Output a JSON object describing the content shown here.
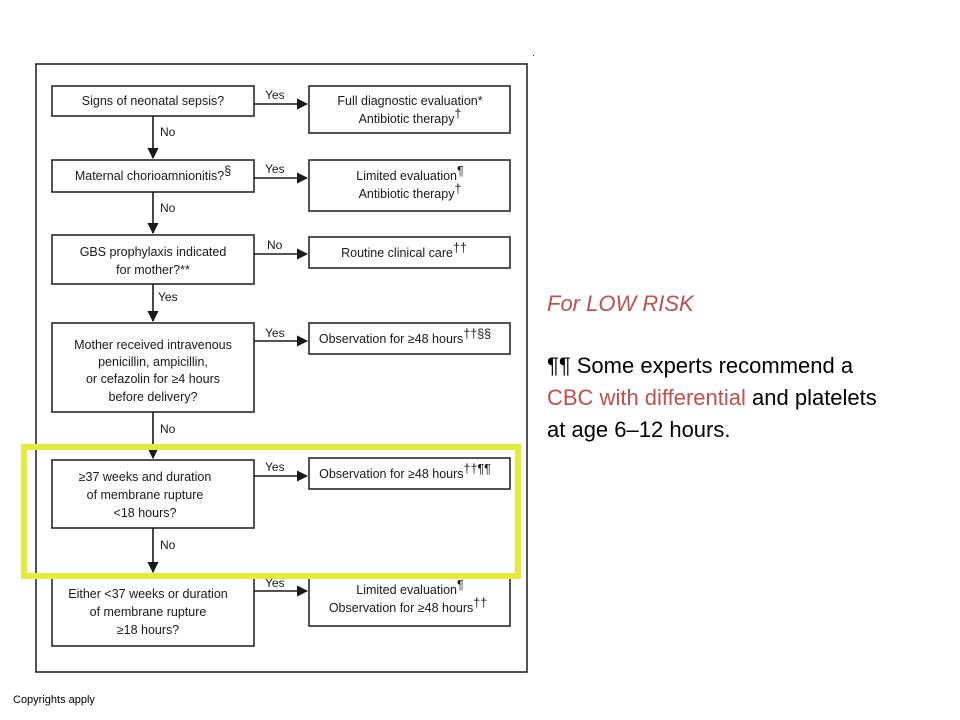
{
  "flowchart": {
    "questions": {
      "q1": {
        "lines": [
          "Signs of neonatal sepsis?"
        ]
      },
      "q2": {
        "lines": [
          "Maternal chorioamnionitis?"
        ],
        "mark": "§"
      },
      "q3": {
        "lines": [
          "GBS prophylaxis indicated",
          "for mother?**"
        ]
      },
      "q4": {
        "lines": [
          "Mother received intravenous",
          "penicillin, ampicillin,",
          "or cefazolin for ≥4 hours",
          "before delivery?"
        ]
      },
      "q5": {
        "lines": [
          "≥37 weeks and duration",
          "of membrane rupture",
          "<18 hours?"
        ]
      },
      "q6": {
        "lines": [
          "Either <37 weeks or duration",
          "of membrane rupture",
          "≥18 hours?"
        ]
      }
    },
    "outcomes": {
      "o1": {
        "line1": "Full diagnostic evaluation*",
        "line2": "Antibiotic therapy",
        "line2_mark": "†"
      },
      "o2": {
        "line1": "Limited evaluation",
        "line1_mark": "¶",
        "line2": "Antibiotic therapy",
        "line2_mark": "†"
      },
      "o3": {
        "line1": "Routine clinical care",
        "line1_mark": "††"
      },
      "o4": {
        "line1": "Observation for ≥48 hours",
        "line1_mark": "††§§"
      },
      "o5": {
        "line1": "Observation for ≥48 hours",
        "line1_mark": "††¶¶"
      },
      "o6": {
        "line1": "Limited evaluation",
        "line1_mark": "¶",
        "line2": "Observation for ≥48 hours",
        "line2_mark": "††"
      }
    },
    "branch_labels": {
      "yes": "Yes",
      "no": "No"
    },
    "colors": {
      "box_border": "#2a2a2a",
      "highlight": "#e3ec3a"
    }
  },
  "side_note": {
    "heading": "For LOW RISK",
    "prefix": "¶¶ Some experts recommend a ",
    "red_text": "CBC with differential",
    "suffix": " and platelets at age 6–12 hours."
  },
  "footer": {
    "copyright": "Copyrights apply"
  }
}
